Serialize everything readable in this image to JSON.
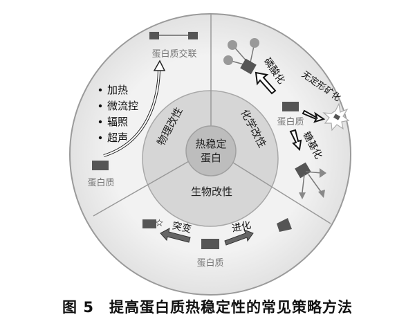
{
  "center": {
    "line1": "热稳定",
    "line2": "蛋白"
  },
  "ring": {
    "physical": "物理改性",
    "chemical": "化学改性",
    "biological": "生物改性"
  },
  "physical": {
    "crosslink": "蛋白质交联",
    "protein": "蛋白质",
    "methods": [
      "加热",
      "微流控",
      "辐照",
      "超声"
    ]
  },
  "chemical": {
    "protein": "蛋白质",
    "phosphorylation": "磷酸化",
    "mineralization": "无定形矿化",
    "glycosylation": "糖基化"
  },
  "biological": {
    "protein": "蛋白质",
    "mutation": "突变",
    "evolution": "进化"
  },
  "caption": "图 5　提高蛋白质热稳定性的常见策略方法",
  "colors": {
    "outer": "#eeeeee",
    "middle": "#d4d4d4",
    "inner": "#bdbdbd",
    "block": "#555555",
    "label_gray": "#777777"
  }
}
